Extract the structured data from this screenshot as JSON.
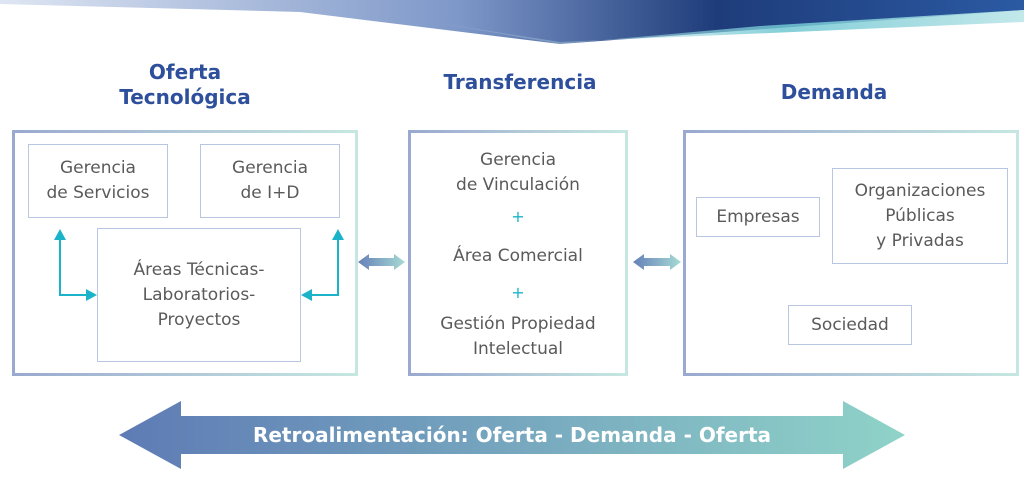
{
  "columns": {
    "oferta": {
      "title_line1": "Oferta",
      "title_line2": "Tecnológica",
      "gerencia_servicios": [
        "Gerencia",
        "de Servicios"
      ],
      "gerencia_id": [
        "Gerencia",
        "de I+D"
      ],
      "areas": [
        "Áreas Técnicas-",
        "Laboratorios-",
        "Proyectos"
      ]
    },
    "transferencia": {
      "title": "Transferencia",
      "vinculacion": [
        "Gerencia",
        "de Vinculación"
      ],
      "plus1": "+",
      "comercial": "Área Comercial",
      "plus2": "+",
      "propiedad": [
        "Gestión Propiedad",
        "Intelectual"
      ]
    },
    "demanda": {
      "title": "Demanda",
      "empresas": "Empresas",
      "organizaciones": [
        "Organizaciones",
        "Públicas",
        "y Privadas"
      ],
      "sociedad": "Sociedad"
    }
  },
  "feedback": {
    "label": "Retroalimentación: Oferta - Demanda - Oferta"
  },
  "colors": {
    "title_blue": "#2e4f9c",
    "box_border": "#b9c6e2",
    "arrow_cyan": "#1bb3c9",
    "gradient_start": "#5e7bb5",
    "gradient_end": "#8fd3c8"
  }
}
